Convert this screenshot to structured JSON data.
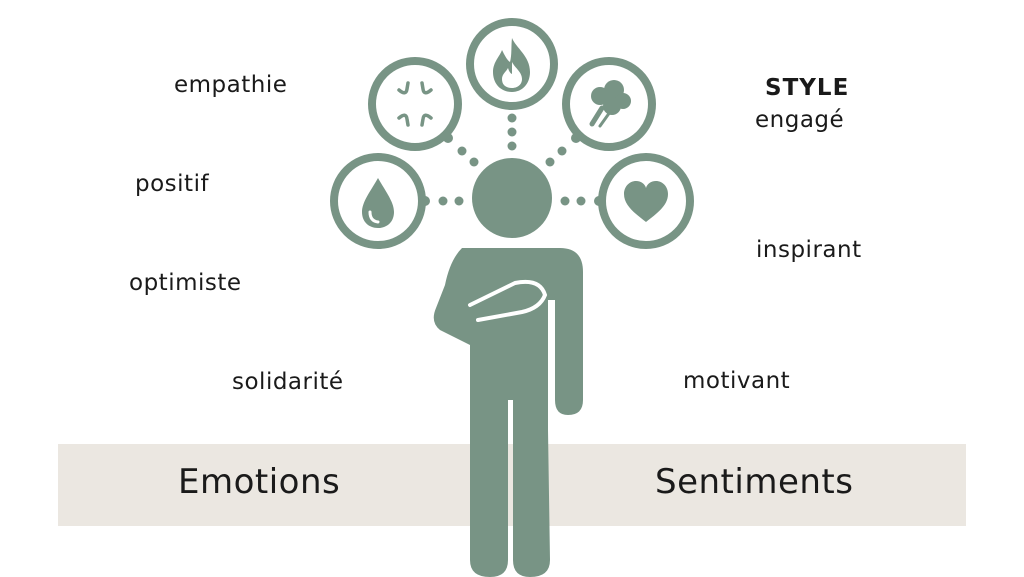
{
  "left_words": [
    "empathie",
    "positif",
    "optimiste",
    "solidarité"
  ],
  "right": {
    "title": "STYLE",
    "words": [
      "engagé",
      "inspirant",
      "motivant"
    ]
  },
  "band": {
    "left_label": "Emotions",
    "right_label": "Sentiments"
  },
  "icons": [
    "water-drop-icon",
    "anger-icon",
    "fire-icon",
    "steam-icon",
    "heart-icon"
  ],
  "colors": {
    "figure": "#789485",
    "band": "#ebe7e1",
    "text": "#1a1a1a"
  }
}
